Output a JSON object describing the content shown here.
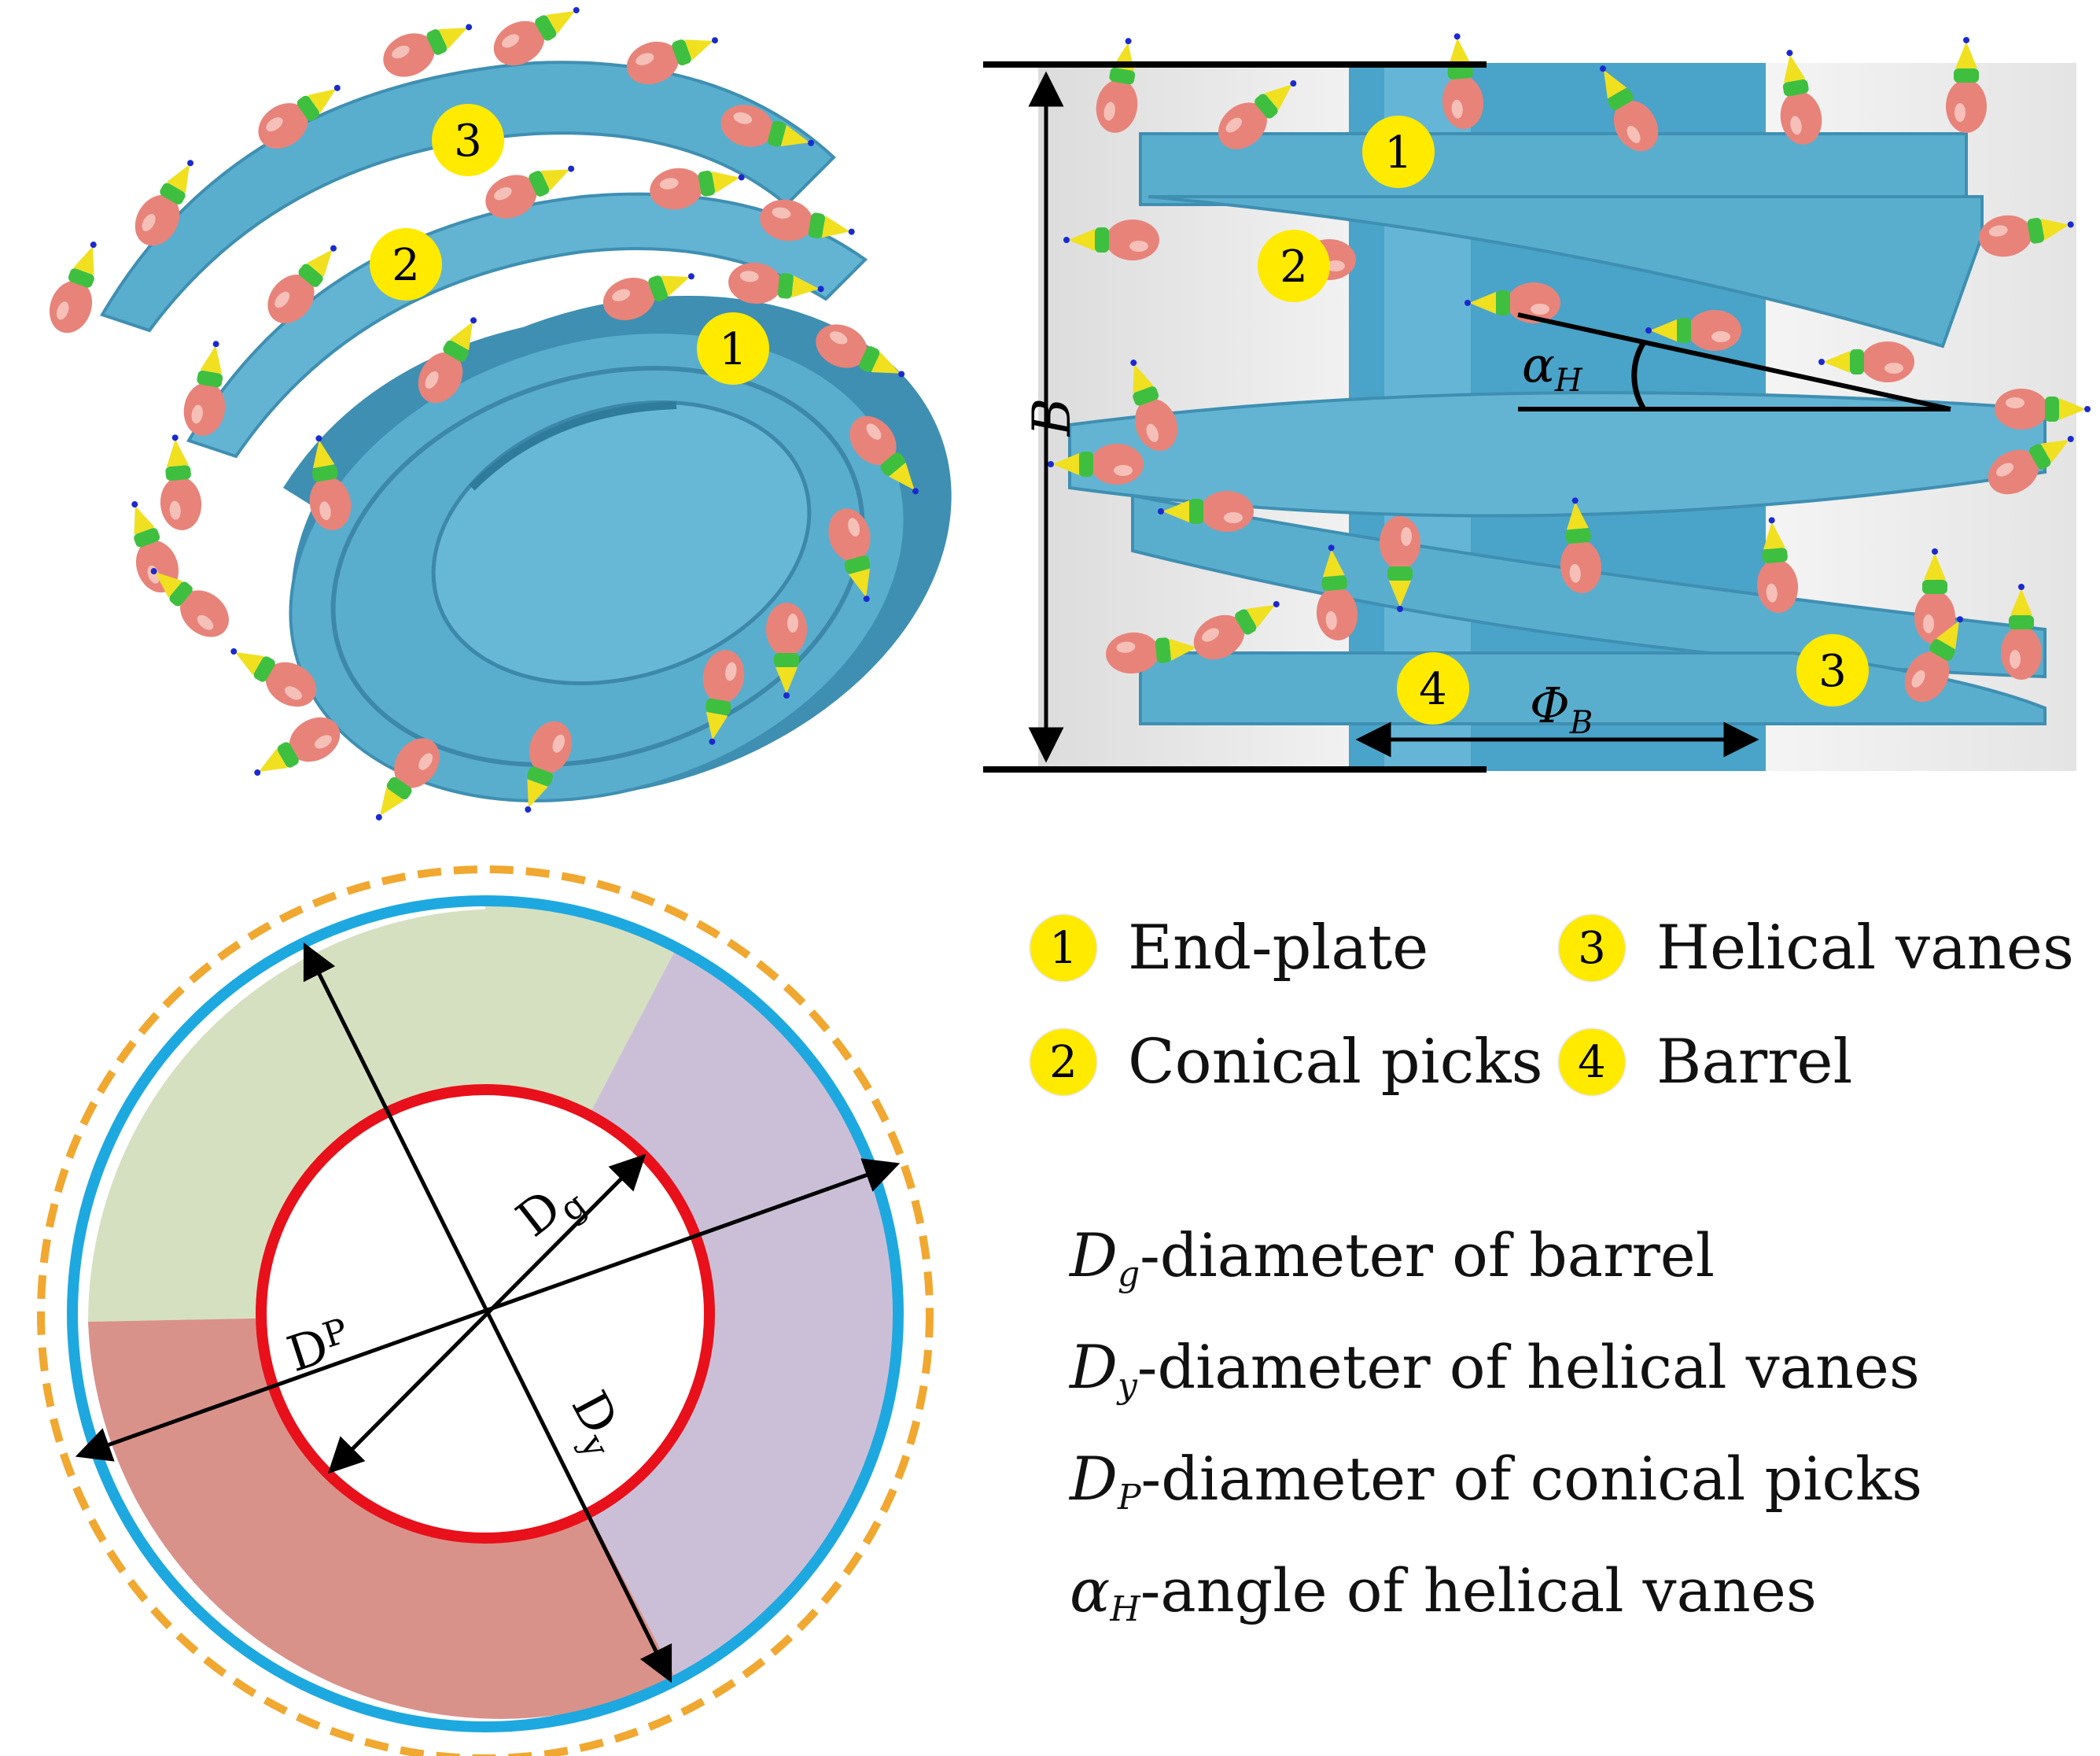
{
  "colors": {
    "metal": "#5aaecd",
    "metal_dark": "#3f8fb2",
    "metal_light": "#8ed0e8",
    "pick_body": "#e8837a",
    "pick_ring": "#3fbf3f",
    "pick_tip": "#f0e020",
    "badge": "#ffea00",
    "circle_green": "#d5e0c0",
    "circle_purple": "#cbbfd8",
    "circle_red": "#d9928a",
    "ring_blue": "#1ea8e0",
    "ring_red": "#e8101a",
    "ring_dashed": "#f0a830"
  },
  "top_left_render": {
    "badges": [
      {
        "num": "3"
      },
      {
        "num": "2"
      },
      {
        "num": "1"
      }
    ]
  },
  "top_right_render": {
    "badges": [
      {
        "num": "1"
      },
      {
        "num": "2"
      },
      {
        "num": "4"
      },
      {
        "num": "3"
      }
    ],
    "height_label": "B",
    "barrel_dim_symbol": "Φ",
    "barrel_dim_sub": "B",
    "angle_symbol": "α",
    "angle_sub": "H"
  },
  "circle_diagram": {
    "dg_label": "D",
    "dg_sub": "g",
    "dp_label": "D",
    "dp_sub": "P",
    "dy_label": "D",
    "dy_sub": "y"
  },
  "legend": [
    {
      "num": "1",
      "label": "End-plate"
    },
    {
      "num": "3",
      "label": "Helical vanes"
    },
    {
      "num": "2",
      "label": "Conical picks"
    },
    {
      "num": "4",
      "label": "Barrel"
    }
  ],
  "definitions": [
    {
      "symbol": "D",
      "sub": "g",
      "text": "-diameter of barrel"
    },
    {
      "symbol": "D",
      "sub": "y",
      "text": "-diameter of helical vanes"
    },
    {
      "symbol": "D",
      "sub": "P",
      "text": "-diameter of conical picks"
    },
    {
      "symbol": "α",
      "sub": "H",
      "text": "-angle of helical vanes"
    }
  ]
}
